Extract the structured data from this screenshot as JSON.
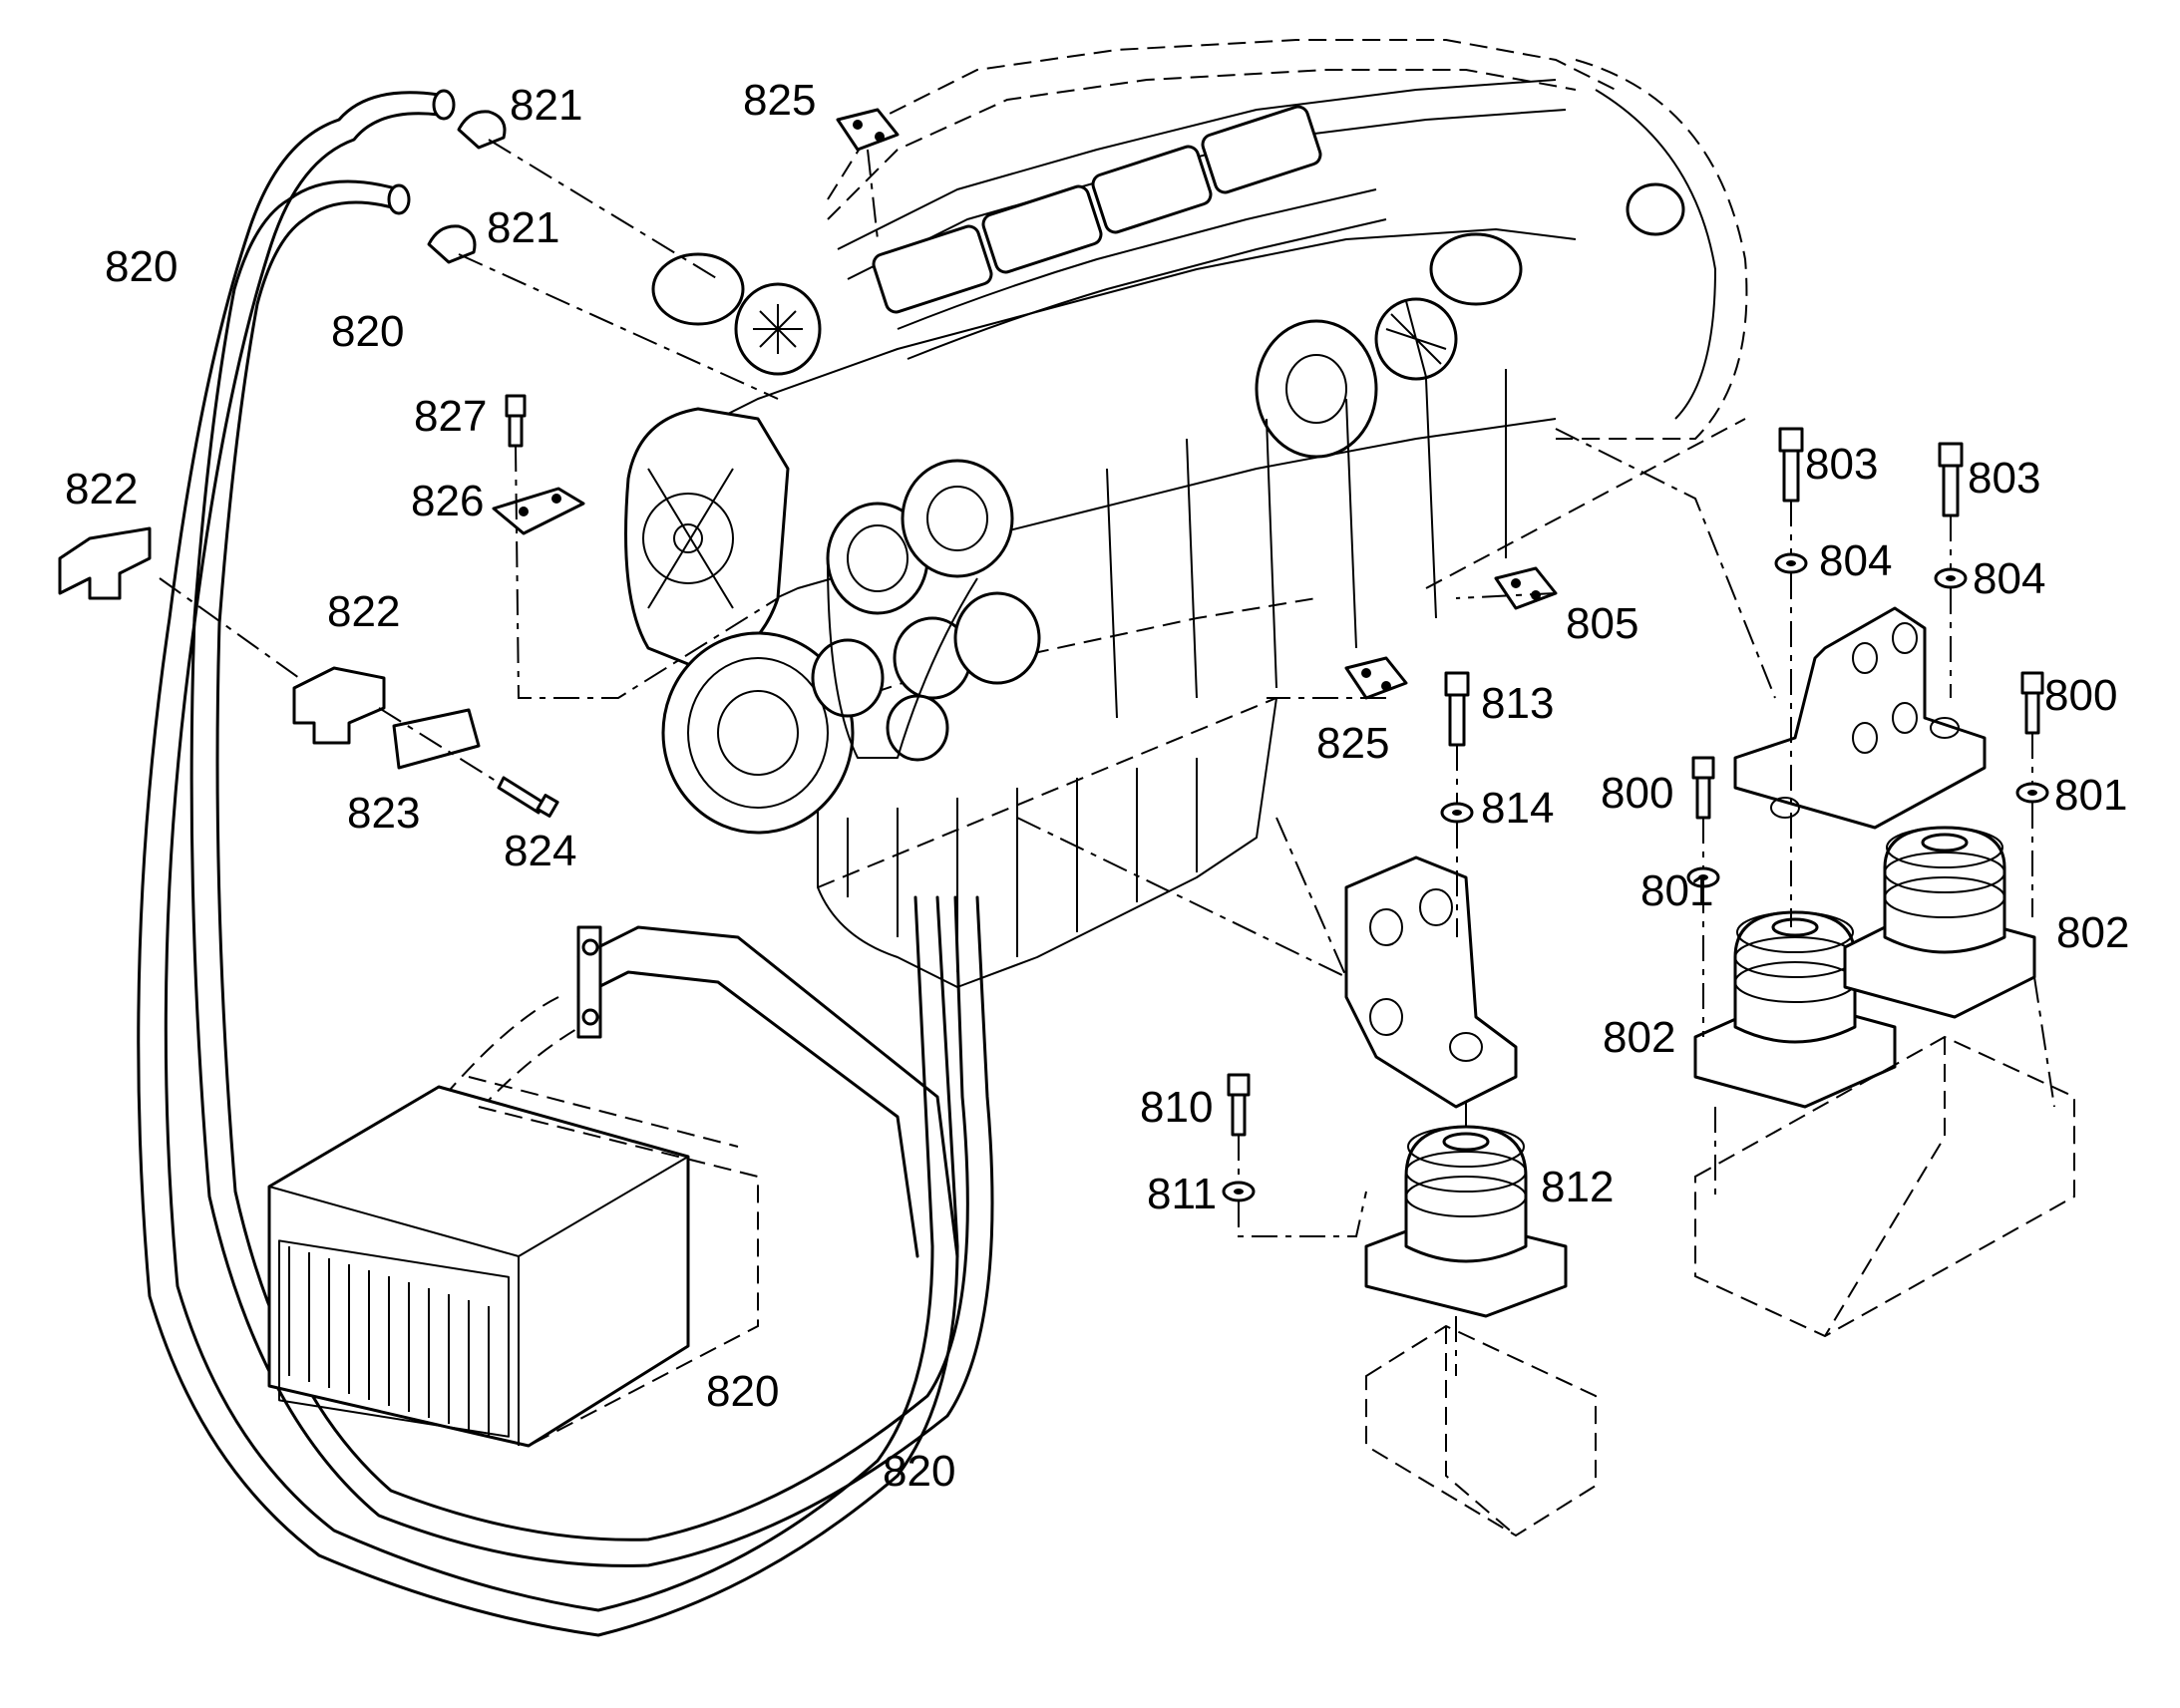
{
  "callouts": {
    "c800a": "800",
    "c800b": "800",
    "c801a": "801",
    "c801b": "801",
    "c802a": "802",
    "c802b": "802",
    "c803a": "803",
    "c803b": "803",
    "c804a": "804",
    "c804b": "804",
    "c805": "805",
    "c810": "810",
    "c811": "811",
    "c812": "812",
    "c813": "813",
    "c814": "814",
    "c820a": "820",
    "c820b": "820",
    "c820c": "820",
    "c820d": "820",
    "c821a": "821",
    "c821b": "821",
    "c822a": "822",
    "c822b": "822",
    "c823": "823",
    "c824": "824",
    "c825a": "825",
    "c825b": "825",
    "c826": "826",
    "c827": "827"
  }
}
